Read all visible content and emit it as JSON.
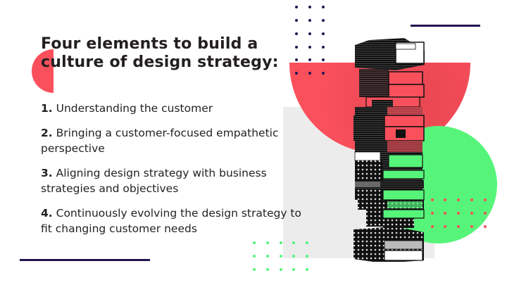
{
  "slide": {
    "title": "Four elements to build a culture of design strategy:",
    "items": [
      {
        "number": "1.",
        "text": "Understanding the customer"
      },
      {
        "number": "2.",
        "text": "Bringing a customer-focused empathetic perspective"
      },
      {
        "number": "3.",
        "text": "Aligning design strategy with business strategies and objectives"
      },
      {
        "number": "4.",
        "text": "Continuously evolving the design strategy to fit changing customer needs"
      }
    ]
  },
  "decor": {
    "colors": {
      "red": "#f9505c",
      "green": "#56f57a",
      "navy": "#231450",
      "gray": "#ececec",
      "text": "#231f20"
    },
    "image": "jenga-tower-image"
  }
}
